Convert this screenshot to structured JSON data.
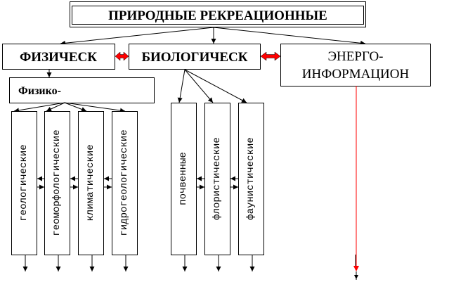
{
  "title": "ПРИРОДНЫЕ РЕКРЕАЦИОННЫЕ",
  "categories": {
    "physical": "ФИЗИЧЕСК",
    "biological": "БИОЛОГИЧЕСК",
    "energy_line1": "ЭНЕРГО-",
    "energy_line2": "ИНФОРМАЦИОН"
  },
  "physical_sub": "Физико-",
  "physical_items": [
    "геологические",
    "геоморфологические",
    "климатические",
    "гидрогеологические"
  ],
  "biological_items": [
    "почвенные",
    "флористические",
    "фаунистические"
  ],
  "colors": {
    "accent": "#ff0000",
    "line": "#000000"
  }
}
